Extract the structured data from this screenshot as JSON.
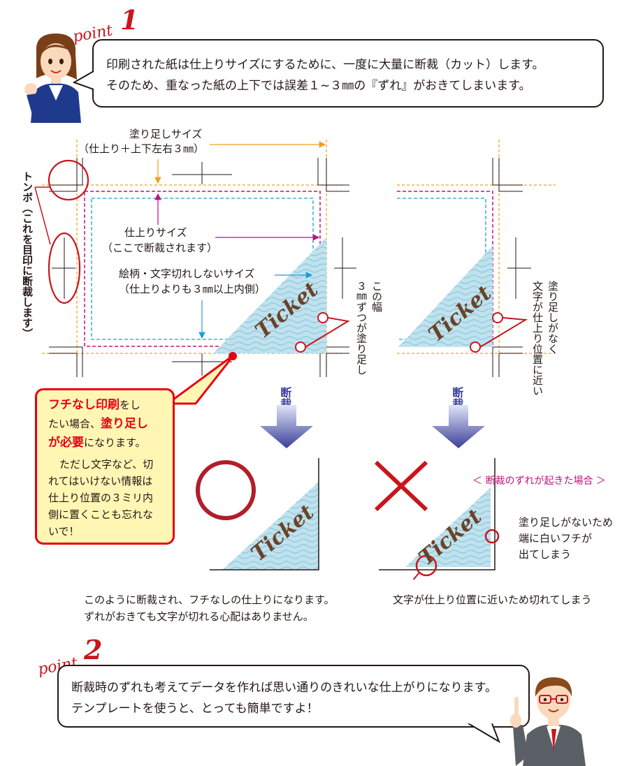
{
  "point1": {
    "word": "point",
    "number": "1"
  },
  "bubble1": {
    "line1": "印刷された紙は仕上りサイズにするために、一度に大量に断裁（カット）します。",
    "line2": "そのため、重なった紙の上下では誤差１~３㎜の『ずれ』がおきてしまいます。"
  },
  "labels": {
    "bleed_title": "塗り足しサイズ",
    "bleed_sub": "（仕上り＋上下左右３㎜）",
    "finish_title": "仕上りサイズ",
    "finish_sub": "（ここで断裁されます）",
    "safe_title": "絵柄・文字切れしないサイズ",
    "safe_sub": "（仕上りよりも３㎜以上内側）",
    "tombo_vertical": "トンボ（これを目印に断裁します）",
    "width_note_1": "この幅",
    "width_note_2": "３㎜ずつが塗り足し",
    "nobleed_note_1": "塗り足しがなく",
    "nobleed_note_2": "文字が仕上り位置に近い",
    "after_cut": "断裁後",
    "ticket": "Ticket"
  },
  "callout": {
    "red1": "フチなし印刷",
    "t1": "をし",
    "t2": "たい場合、",
    "red2": "塗り足し",
    "red3": "が必要",
    "t3": "になります。",
    "p2_1": "ただし文字など、切",
    "p2_2": "れてはいけない情報は",
    "p2_3": "仕上り位置の３ミリ内",
    "p2_4": "側に置くことも忘れな",
    "p2_5": "いで！"
  },
  "result": {
    "shift_title": "＜ 断裁のずれが起きた場合 ＞",
    "white_edge_1": "塗り足しがないため",
    "white_edge_2": "端に白いフチが",
    "white_edge_3": "出てしまう",
    "good_cap_1": "このように断裁され、フチなしの仕上りになります。",
    "good_cap_2": "ずれがおきても文字が切れる心配はありません。",
    "bad_cap": "文字が仕上り位置に近いため切れてしまう"
  },
  "point2": {
    "word": "point",
    "number": "2"
  },
  "bubble2": {
    "line1": "断裁時のずれも考えてデータを作れば思い通りのきれいな仕上がりになります。",
    "line2": "テンプレートを使うと、とっても簡単ですよ！"
  },
  "colors": {
    "red": "#e60012",
    "orange": "#f0a01e",
    "magenta": "#c0127e",
    "cyan": "#1a9fd9",
    "pattern": "#a8d8e8",
    "ticket_brown": "#6b4226"
  }
}
